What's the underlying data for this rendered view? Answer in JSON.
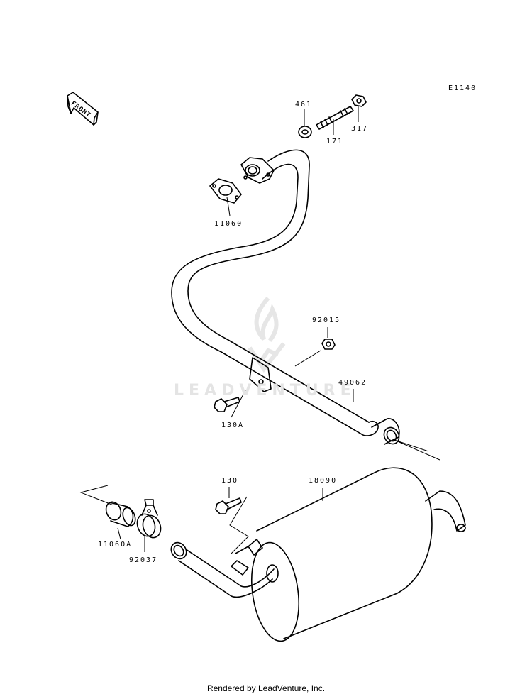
{
  "diagram_code": "E1140",
  "front_arrow_text": "FRONT",
  "watermark": "LEADVENTURE",
  "footer": "Rendered by LeadVenture, Inc.",
  "parts": {
    "p461": "461",
    "p171": "171",
    "p317": "317",
    "p11060": "11060",
    "p92015": "92015",
    "p49062": "49062",
    "p130A": "130A",
    "p130": "130",
    "p18090": "18090",
    "p11060A": "11060A",
    "p92037": "92037"
  },
  "icons": [
    "front-arrow-icon",
    "leadventure-logo-icon"
  ]
}
